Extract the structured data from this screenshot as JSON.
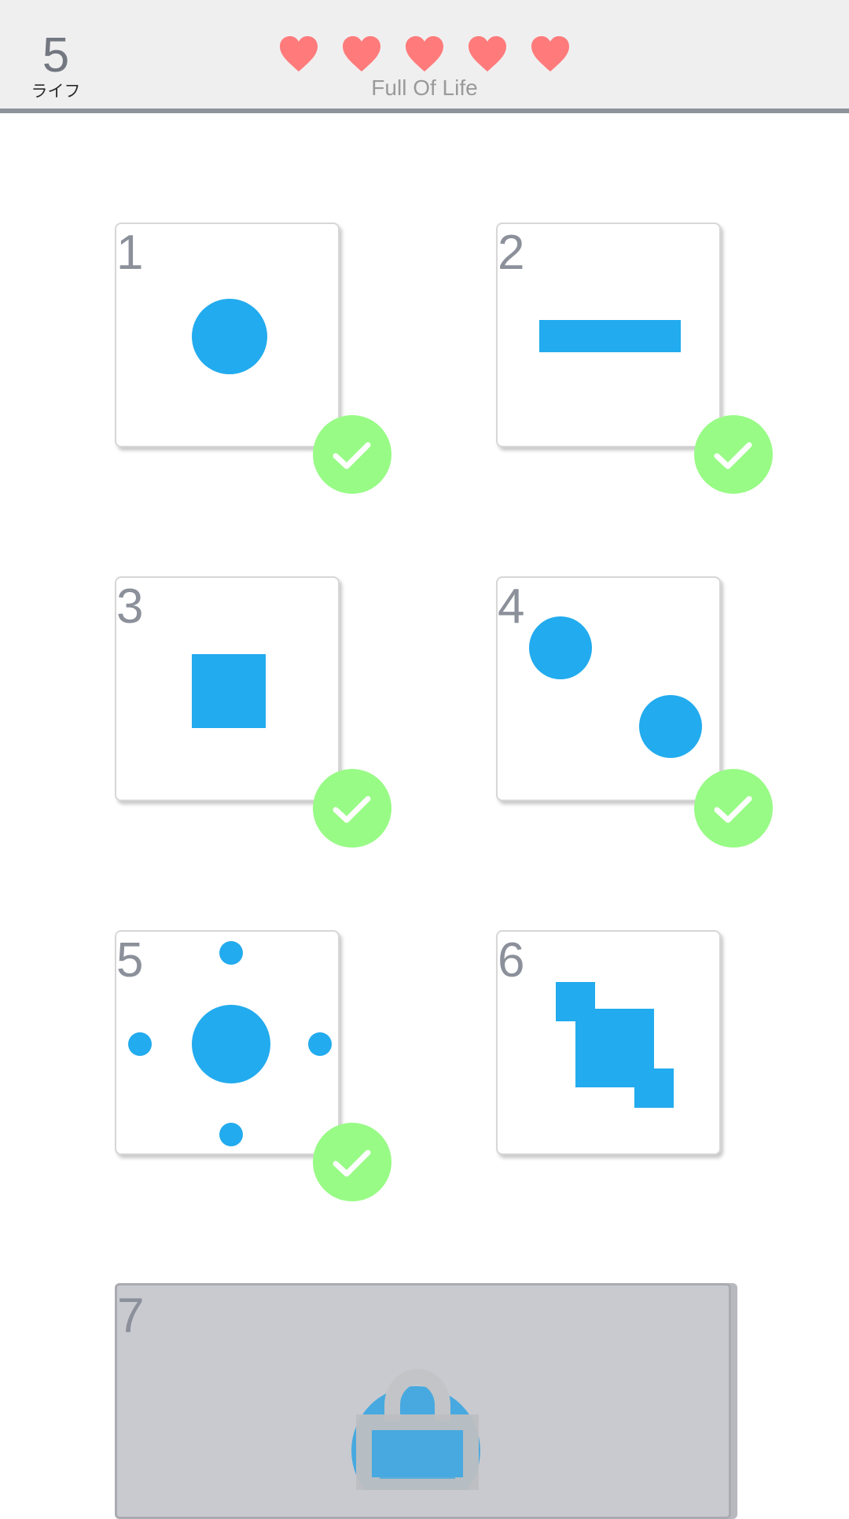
{
  "header": {
    "life_count": "5",
    "life_label": "ライフ",
    "hearts": 5,
    "status": "Full Of Life",
    "heart_color": "#ff7b7b"
  },
  "levels": [
    {
      "number": "1",
      "shape": "circle",
      "completed": true
    },
    {
      "number": "2",
      "shape": "horizontal-bar",
      "completed": true
    },
    {
      "number": "3",
      "shape": "square",
      "completed": true
    },
    {
      "number": "4",
      "shape": "two-circles",
      "completed": true
    },
    {
      "number": "5",
      "shape": "circle-with-four-dots",
      "completed": true
    },
    {
      "number": "6",
      "shape": "stepped-squares",
      "completed": false
    },
    {
      "number": "7",
      "shape": "circle-with-lock",
      "completed": false,
      "locked": true
    }
  ],
  "colors": {
    "shape_blue": "#22abee",
    "check_green": "#98fb86",
    "locked_gray": "#c9cacf"
  }
}
